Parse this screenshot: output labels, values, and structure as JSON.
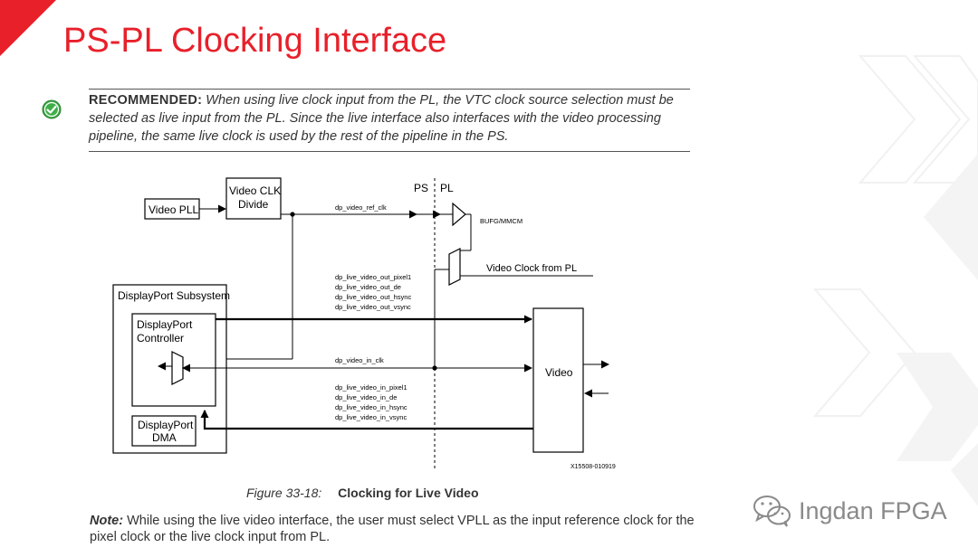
{
  "slide": {
    "title": "PS-PL Clocking Interface"
  },
  "recommendation": {
    "label": "RECOMMENDED:",
    "text": "When using live clock input from the PL, the VTC clock source selection must be selected as live input from the PL. Since the live interface also interfaces with the video processing pipeline, the same live clock is used by the rest of the pipeline in the PS.",
    "icon": "check-circle-icon"
  },
  "diagram": {
    "blocks": {
      "video_pll": "Video PLL",
      "video_clk_divide_1": "Video CLK",
      "video_clk_divide_2": "Divide",
      "ps": "PS",
      "pl": "PL",
      "bufg_mmcm": "BUFG/MMCM",
      "video_clock_from_pl": "Video Clock from PL",
      "dp_subsystem": "DisplayPort Subsystem",
      "dp_controller_1": "DisplayPort",
      "dp_controller_2": "Controller",
      "dp_dma_1": "DisplayPort",
      "dp_dma_2": "DMA",
      "video": "Video"
    },
    "signals": {
      "ref_clk": "dp_video_ref_clk",
      "out": [
        "dp_live_video_out_pixel1",
        "dp_live_video_out_de",
        "dp_live_video_out_hsync",
        "dp_live_video_out_vsync"
      ],
      "in_clk": "dp_video_in_clk",
      "in": [
        "dp_live_video_in_pixel1",
        "dp_live_video_in_de",
        "dp_live_video_in_hsync",
        "dp_live_video_in_vsync"
      ]
    },
    "figure_id": "X15508-010919"
  },
  "caption": {
    "number": "Figure 33-18:",
    "title": "Clocking for Live Video"
  },
  "note": {
    "label": "Note:",
    "text": "While using the live video interface, the user must select VPLL as the input reference clock for the pixel clock or the live clock input from PL."
  },
  "watermark": {
    "text": "Ingdan FPGA",
    "icon": "wechat-icon"
  }
}
